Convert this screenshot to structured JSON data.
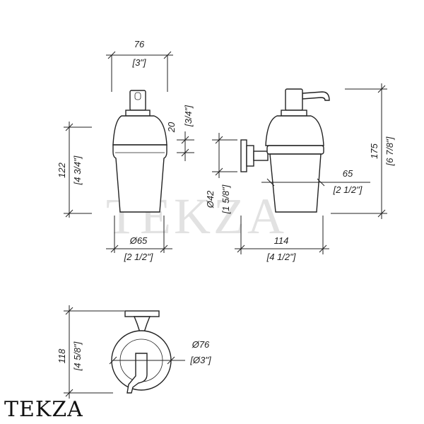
{
  "watermark": "TEKZA",
  "brand": "TEKZA",
  "front_view": {
    "width_mm": "76",
    "width_in": "[3\"]",
    "pump_mm": "20",
    "pump_in": "[3/4\"]",
    "height_mm": "122",
    "height_in": "[4 3/4\"]",
    "base_mm": "Ø65",
    "base_in": "[2 1/2\"]"
  },
  "side_view": {
    "flange_mm": "Ø42",
    "flange_in": "[1 5/8\"]",
    "depth_mm": "65",
    "depth_in": "[2 1/2\"]",
    "projection_mm": "114",
    "projection_in": "[4 1/2\"]",
    "height_mm": "175",
    "height_in": "[6 7/8\"]"
  },
  "top_view": {
    "depth_mm": "118",
    "depth_in": "[4 5/8\"]",
    "ring_mm": "Ø76",
    "ring_in": "[Ø3\"]"
  }
}
